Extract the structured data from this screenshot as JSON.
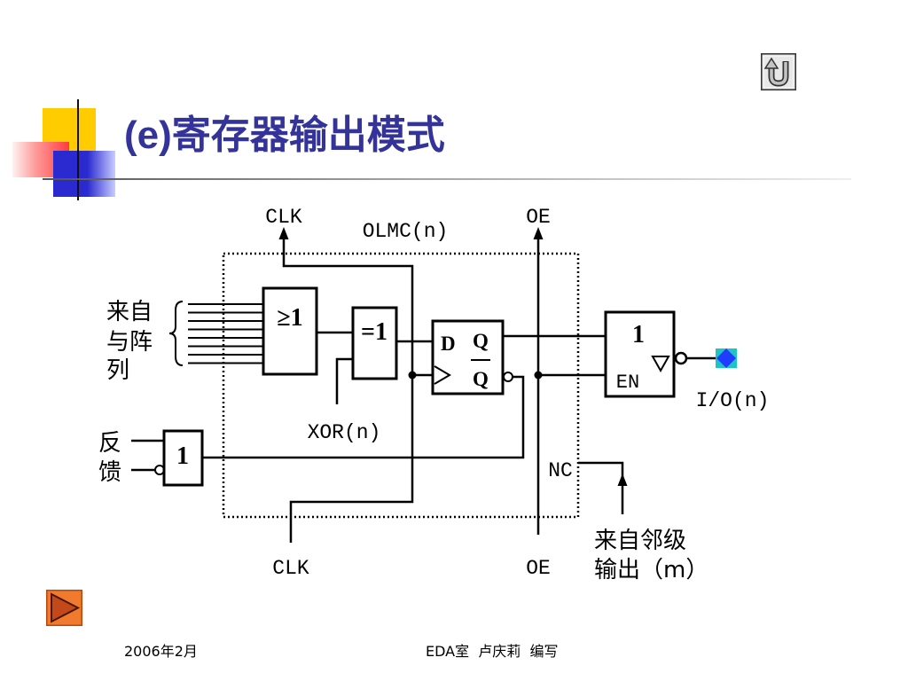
{
  "slide": {
    "title_prefix": "(e)",
    "title_text": "寄存器输出模式",
    "footer_date": "2006年2月",
    "footer_author": "EDA室  卢庆莉  编写"
  },
  "nav": {
    "return_icon": "return-icon",
    "next_icon": "play-triangle-icon"
  },
  "colors": {
    "title": "#333399",
    "decor_yellow": "#ffcc00",
    "decor_red": "#ff3b3b",
    "decor_blue": "#2a2ad0",
    "io_pin_square": "#1cc4c4",
    "io_pin_diamond": "#1f3cff",
    "nav_orange": "#f07a2e"
  },
  "diagram": {
    "clk_top": "CLK",
    "oe_top": "OE",
    "olmc": "OLMC(n)",
    "and_array_label": [
      "来自",
      "与阵",
      "列"
    ],
    "feedback_label": [
      "反",
      "馈"
    ],
    "or_gate": "≥1",
    "xor_gate": "=1",
    "ff_d": "D",
    "ff_q": "Q",
    "ff_qbar": "Q",
    "buffer": "1",
    "buffer_en": "EN",
    "io": "I/O(n)",
    "xor_input": "XOR(n)",
    "feedback_gate": "1",
    "nc": "NC",
    "clk_bottom": "CLK",
    "oe_bottom": "OE",
    "neighbor_label": [
      "来自邻级",
      "输出（m）"
    ]
  }
}
